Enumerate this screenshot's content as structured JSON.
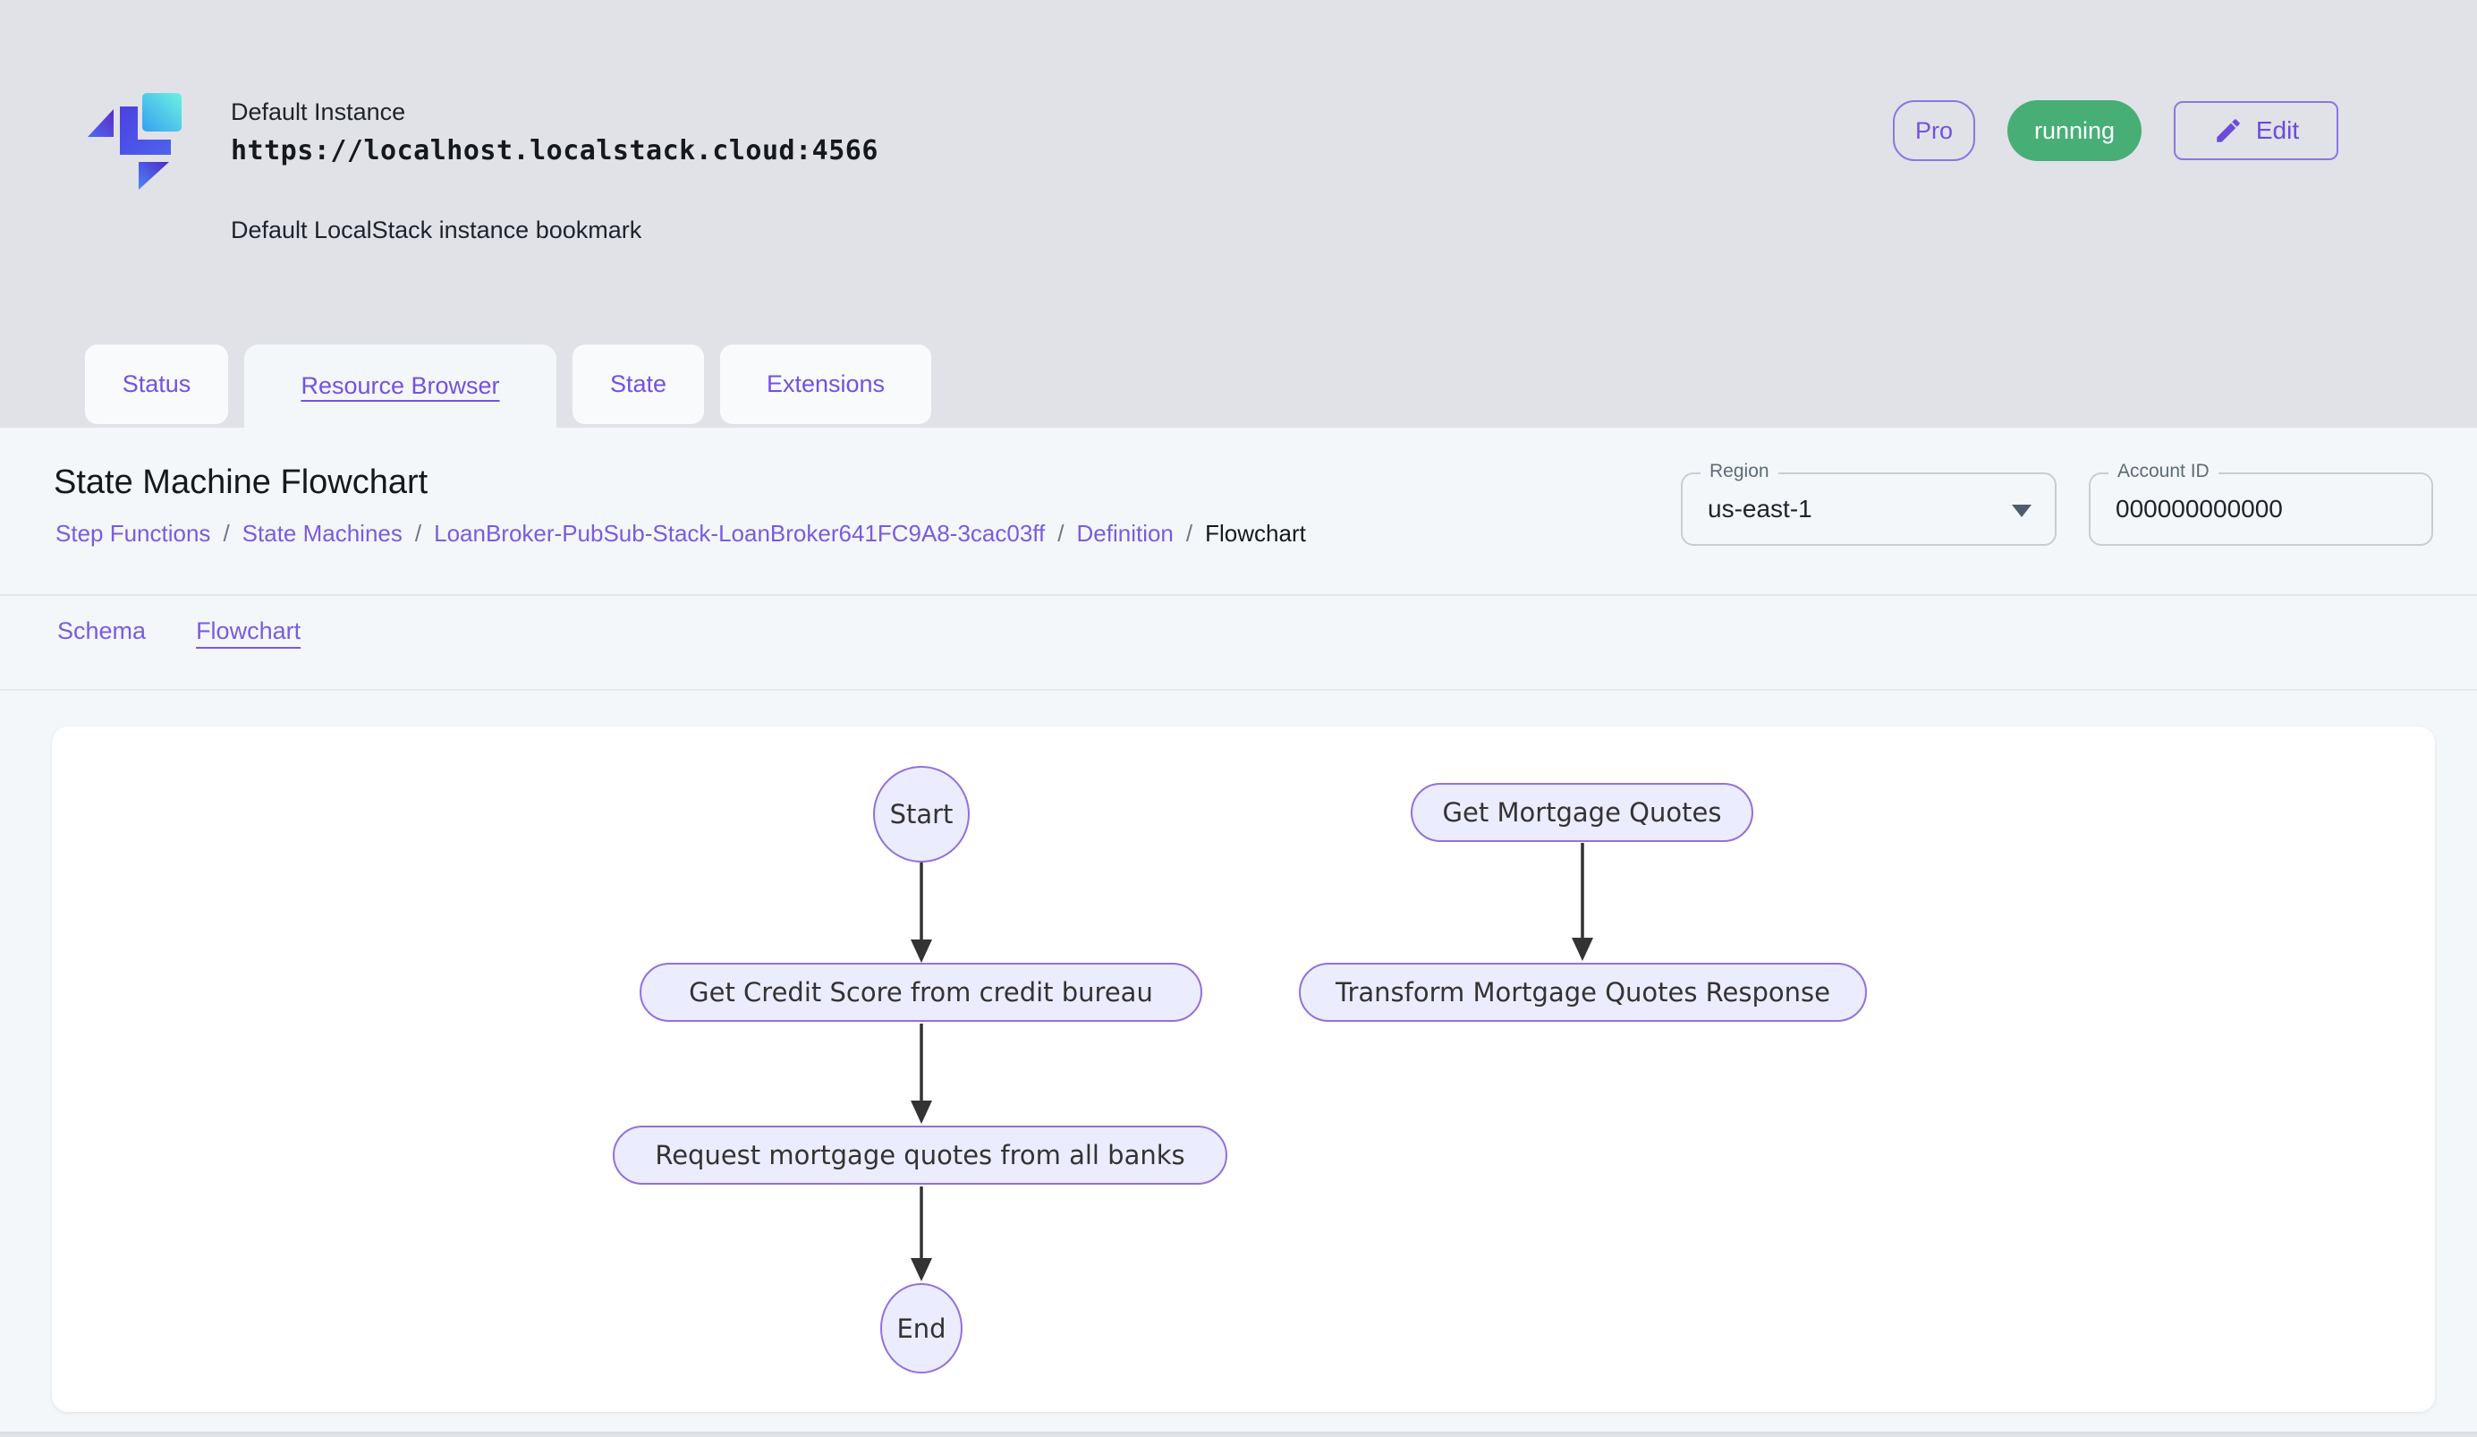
{
  "header": {
    "name": "Default Instance",
    "url": "https://localhost.localstack.cloud:4566",
    "description": "Default LocalStack instance bookmark",
    "pro_label": "Pro",
    "status_label": "running",
    "edit_label": "Edit"
  },
  "tabs": [
    {
      "label": "Status",
      "active": false
    },
    {
      "label": "Resource Browser",
      "active": true
    },
    {
      "label": "State",
      "active": false
    },
    {
      "label": "Extensions",
      "active": false
    }
  ],
  "page": {
    "title": "State Machine Flowchart",
    "breadcrumb": [
      {
        "label": "Step Functions",
        "link": true
      },
      {
        "label": "State Machines",
        "link": true
      },
      {
        "label": "LoanBroker-PubSub-Stack-LoanBroker641FC9A8-3cac03ff",
        "link": true
      },
      {
        "label": "Definition",
        "link": true
      },
      {
        "label": "Flowchart",
        "link": false
      }
    ],
    "separator": "/",
    "region": {
      "label": "Region",
      "value": "us-east-1"
    },
    "account": {
      "label": "Account ID",
      "value": "000000000000"
    }
  },
  "subtabs": [
    {
      "label": "Schema",
      "active": false
    },
    {
      "label": "Flowchart",
      "active": true
    }
  ],
  "flowchart": {
    "nodes": [
      {
        "id": "start",
        "label": "Start",
        "shape": "ellipse"
      },
      {
        "id": "get-mortgage-quotes",
        "label": "Get Mortgage Quotes",
        "shape": "stadium"
      },
      {
        "id": "get-credit-score",
        "label": "Get Credit Score from credit bureau",
        "shape": "stadium"
      },
      {
        "id": "transform-mortgage-quotes",
        "label": "Transform Mortgage Quotes Response",
        "shape": "stadium"
      },
      {
        "id": "request-mortgage-quotes",
        "label": "Request mortgage quotes from all banks",
        "shape": "stadium"
      },
      {
        "id": "end",
        "label": "End",
        "shape": "ellipse"
      }
    ],
    "edges": [
      {
        "from": "start",
        "to": "get-credit-score"
      },
      {
        "from": "get-credit-score",
        "to": "request-mortgage-quotes"
      },
      {
        "from": "request-mortgage-quotes",
        "to": "end"
      },
      {
        "from": "get-mortgage-quotes",
        "to": "transform-mortgage-quotes"
      }
    ]
  },
  "colors": {
    "page_background": "#E0E2E7",
    "panel_background": "#F4F7FA",
    "accent_purple": "#7451E0",
    "link_purple": "#7A5BE0",
    "running_green": "#47AE76",
    "node_fill": "#ECECFF",
    "node_border": "#9370DB",
    "edge_stroke": "#333333"
  }
}
